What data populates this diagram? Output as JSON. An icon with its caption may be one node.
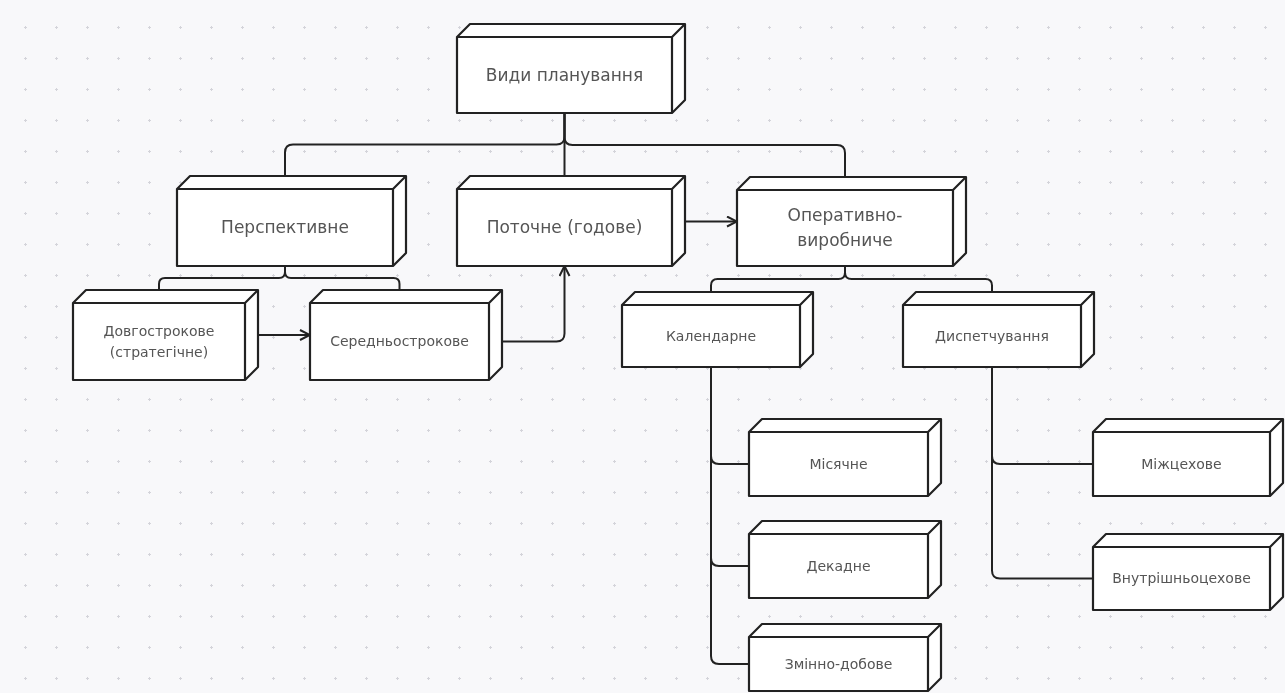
{
  "diagram": {
    "nodes": [
      {
        "text": [
          "Види планування"
        ]
      },
      {
        "text": [
          "Перспективне"
        ]
      },
      {
        "text": [
          "Поточне (годове)"
        ]
      },
      {
        "text": [
          "Оперативно- виробниче"
        ]
      },
      {
        "text": [
          "Довгострокове (стратегічне)"
        ]
      },
      {
        "text": [
          "Середньострокове"
        ]
      },
      {
        "text": [
          "Календарне"
        ]
      },
      {
        "text": [
          "Диспетчування"
        ]
      },
      {
        "text": [
          "Місячне"
        ]
      },
      {
        "text": [
          "Декадне"
        ]
      },
      {
        "text": [
          "Змінно-добове"
        ]
      },
      {
        "text": [
          "Міжцехове"
        ]
      },
      {
        "text": [
          "Внутрішньоцехове"
        ]
      }
    ],
    "edges": [
      {
        "from": 0,
        "to": 1,
        "arrow": "none"
      },
      {
        "from": 0,
        "to": 2,
        "arrow": "none"
      },
      {
        "from": 0,
        "to": 3,
        "arrow": "none"
      },
      {
        "from": 1,
        "to": 4,
        "arrow": "none"
      },
      {
        "from": 1,
        "to": 5,
        "arrow": "none"
      },
      {
        "from": 4,
        "to": 5,
        "arrow": "to"
      },
      {
        "from": 5,
        "to": 2,
        "arrow": "to"
      },
      {
        "from": 2,
        "to": 3,
        "arrow": "to"
      },
      {
        "from": 3,
        "to": 6,
        "arrow": "none"
      },
      {
        "from": 3,
        "to": 7,
        "arrow": "none"
      },
      {
        "from": 6,
        "to": 8,
        "arrow": "none"
      },
      {
        "from": 6,
        "to": 9,
        "arrow": "none"
      },
      {
        "from": 6,
        "to": 10,
        "arrow": "none"
      },
      {
        "from": 7,
        "to": 11,
        "arrow": "none"
      },
      {
        "from": 7,
        "to": 12,
        "arrow": "none"
      }
    ]
  }
}
